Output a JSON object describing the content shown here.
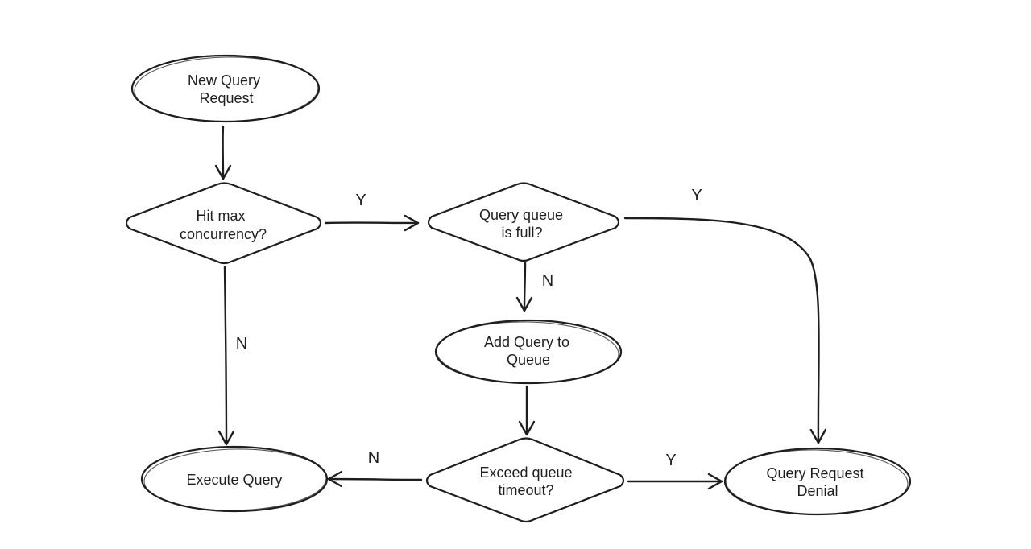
{
  "nodes": {
    "new_query_request": {
      "line1": "New Query",
      "line2": "Request"
    },
    "hit_max_concurrency": {
      "line1": "Hit max",
      "line2": "concurrency?"
    },
    "query_queue_full": {
      "line1": "Query queue",
      "line2": "is full?"
    },
    "add_query_to_queue": {
      "line1": "Add Query to",
      "line2": "Queue"
    },
    "execute_query": {
      "line1": "Execute Query"
    },
    "exceed_queue_timeout": {
      "line1": "Exceed queue",
      "line2": "timeout?"
    },
    "query_request_denial": {
      "line1": "Query Request",
      "line2": "Denial"
    }
  },
  "edges": {
    "concurrency_yes": "Y",
    "concurrency_no": "N",
    "queue_full_yes": "Y",
    "queue_full_no": "N",
    "timeout_no": "N",
    "timeout_yes": "Y"
  },
  "colors": {
    "ink": "#1e1e1e",
    "background": "#ffffff"
  }
}
